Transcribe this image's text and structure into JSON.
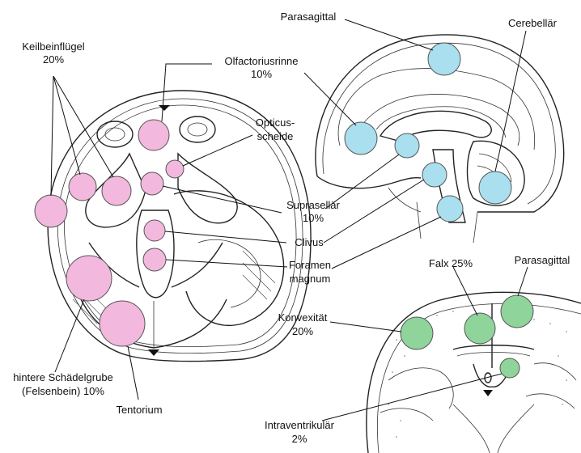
{
  "colors": {
    "skull_base": "#f2b8dd",
    "sagittal": "#a9dfee",
    "coronal": "#8fd49a",
    "ink": "#111111"
  },
  "labels": {
    "keilbein_1": "Keilbeinflügel",
    "keilbein_2": "20%",
    "olfact_1": "Olfactoriusrinne",
    "olfact_2": "10%",
    "opticus_1": "Opticus-",
    "opticus_2": "scheide",
    "supra_1": "Suprasellär",
    "supra_2": "10%",
    "clivus": "Clivus",
    "foramen_1": "Foramen",
    "foramen_2": "magnum",
    "hintere_1": "hintere Schädelgrube",
    "hintere_2": "(Felsenbein) 10%",
    "tentorium": "Tentorium",
    "parasag_top": "Parasagittal",
    "cerebellar": "Cerebellär",
    "falx": "Falx 25%",
    "parasag_cor": "Parasagittal",
    "konvex_1": "Konvexität",
    "konvex_2": "20%",
    "intra_1": "Intraventrikulär",
    "intra_2": "2%"
  }
}
